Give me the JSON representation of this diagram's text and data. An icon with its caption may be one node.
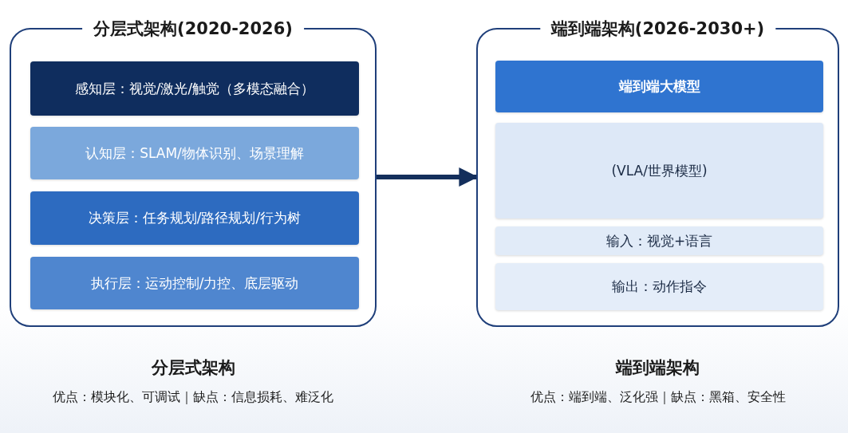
{
  "diagram": {
    "nodes": [
      {
        "text": [
          "分层式架构(2020-2026)"
        ],
        "beside": [
          "分层式架构",
          "优点：模块化、可调试｜缺点：信息损耗、难泛化"
        ]
      },
      {
        "text": [
          "感知层：视觉/激光/触觉（多模态融合）"
        ],
        "in": 0
      },
      {
        "text": [
          "认知层：SLAM/物体识别、场景理解"
        ],
        "in": 0
      },
      {
        "text": [
          "决策层：任务规划/路径规划/行为树"
        ],
        "in": 0
      },
      {
        "text": [
          "执行层：运动控制/力控、底层驱动"
        ],
        "in": 0
      },
      {
        "text": [
          "端到端架构(2026-2030+)"
        ],
        "beside": [
          "端到端架构",
          "优点：端到端、泛化强｜缺点：黑箱、安全性"
        ]
      },
      {
        "text": [
          "端到端大模型"
        ],
        "in": 5
      },
      {
        "text": [
          "(VLA/世界模型)"
        ],
        "in": 5
      },
      {
        "text": [
          "输入：视觉+语言"
        ],
        "in": 5
      },
      {
        "text": [
          "输出：动作指令"
        ],
        "in": 5
      }
    ],
    "edges": [
      {
        "from": 0,
        "to": 5,
        "arrow": "to"
      }
    ]
  }
}
